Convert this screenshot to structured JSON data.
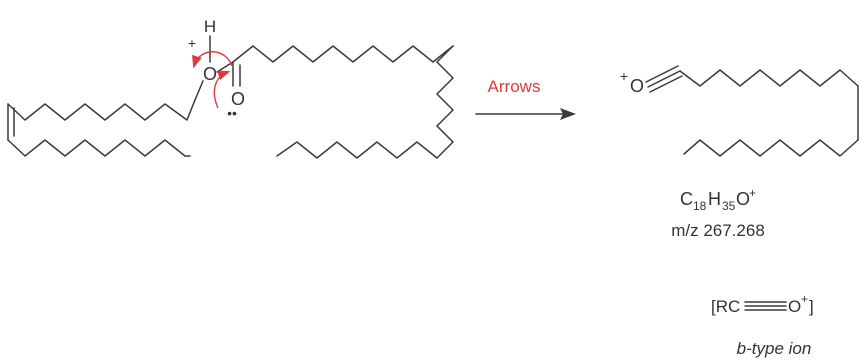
{
  "molecule": {
    "protonated_oxygen": "O",
    "proton": "H",
    "oxygen_charge": "+",
    "carbonyl_oxygen": "O",
    "lone_pair": "••"
  },
  "reaction": {
    "arrow_label": "Arrows"
  },
  "product": {
    "acylium_charge": "+",
    "acylium_oxygen": "O",
    "formula": {
      "c": "C",
      "c_count": "18",
      "h": "H",
      "h_count": "35",
      "o": "O",
      "charge": "+"
    },
    "mz": "m/z 267.268",
    "ion_formula_open": "[RC",
    "ion_formula_oxygen": "O",
    "ion_formula_charge": "+",
    "ion_formula_close": "]",
    "ion_type": "b-type ion"
  },
  "colors": {
    "arrow_red": "#e2383a",
    "bond_gray": "#3a3a3a"
  }
}
